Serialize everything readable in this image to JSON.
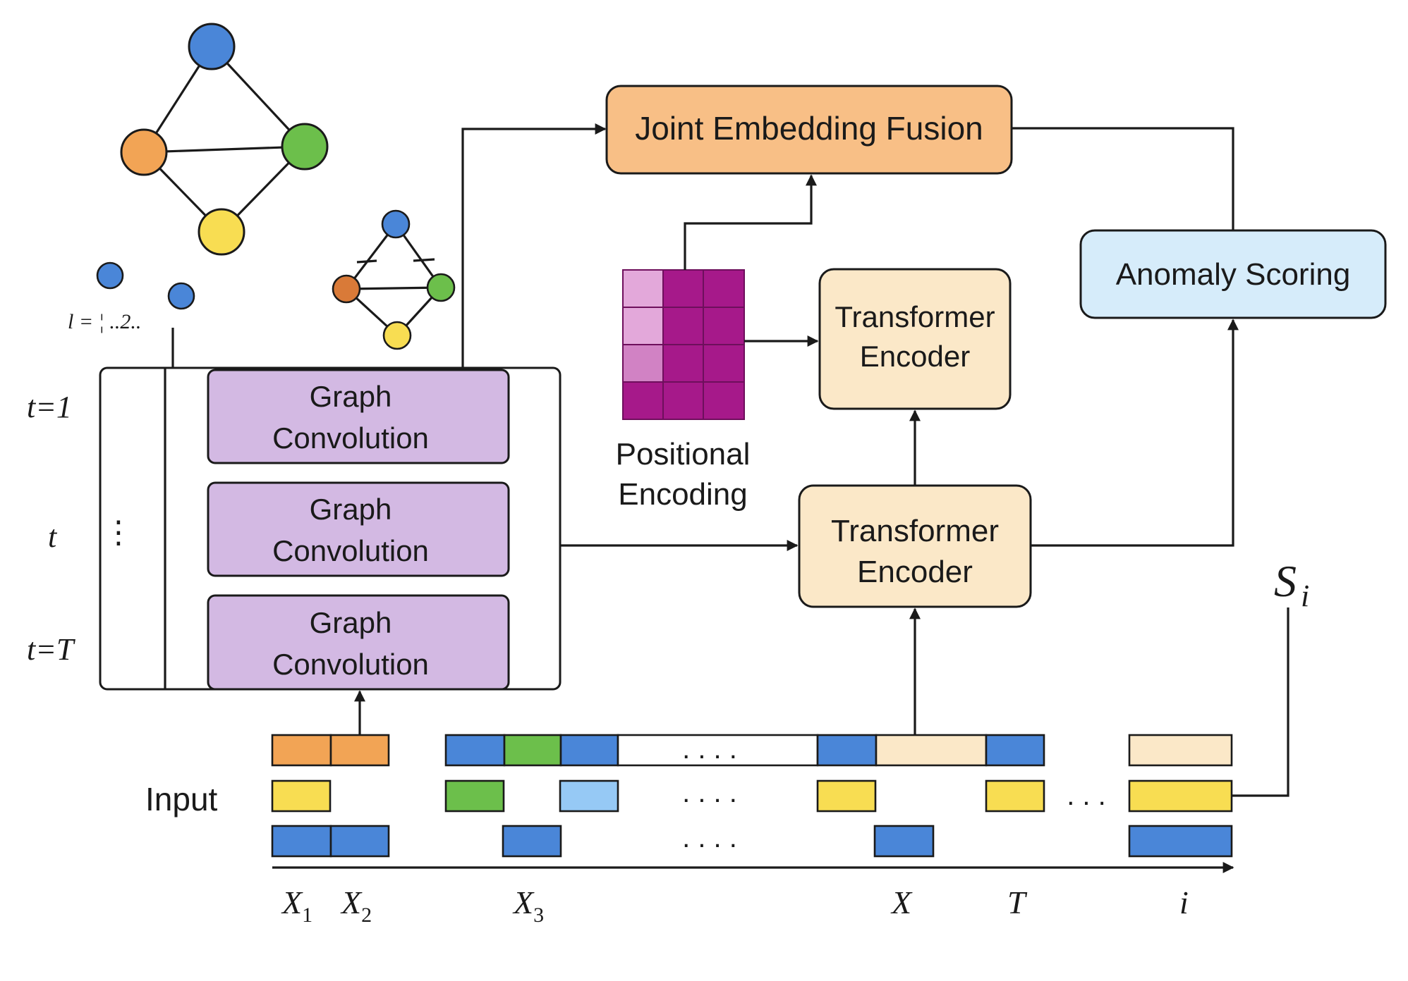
{
  "colors": {
    "node_blue": "#4a86d8",
    "node_orange": "#f2a455",
    "node_green": "#6cbf4b",
    "node_yellow": "#f8dd52",
    "node_brown": "#d97a38",
    "graph_conv_fill": "#d3b9e3",
    "joint_fill": "#f8bf86",
    "transformer_fill": "#fbe8c8",
    "anomaly_fill": "#d6ecfa",
    "pe_light": "#e3a8da",
    "pe_mid": "#d182c4",
    "pe_dark": "#a6198a",
    "seq_blue": "#4a86d8",
    "seq_green": "#6cbf4b",
    "seq_orange": "#f2a455",
    "seq_yellow": "#f8dd52",
    "seq_cream": "#fbe8c8",
    "seq_lightblue": "#96c9f5"
  },
  "blocks": {
    "joint_fusion": "Joint Embedding Fusion",
    "anomaly_scoring": "Anomaly Scoring",
    "transformer_top": [
      "Transformer",
      "Encoder"
    ],
    "transformer_bottom": [
      "Transformer",
      "Encoder"
    ],
    "positional_encoding": [
      "Positional",
      "Encoding"
    ],
    "graph_conv": [
      [
        "Graph",
        "Convolution"
      ],
      [
        "Graph",
        "Convolution"
      ],
      [
        "Graph",
        "Convolution"
      ]
    ]
  },
  "time_labels": {
    "t1": "t=1",
    "t": "t",
    "tT": "t=T",
    "small": "l = ¦ ..2..",
    "vdots": "⋮"
  },
  "input_label": "Input",
  "x_axis": {
    "ellipsis": ". . . .",
    "ellipsis_short": ". . .",
    "tick_labels": [
      "X",
      "X",
      "X",
      "X",
      "T",
      "i"
    ],
    "subscripts": [
      "1",
      "2",
      "3"
    ]
  },
  "score": {
    "base": "S",
    "sub": "i"
  }
}
